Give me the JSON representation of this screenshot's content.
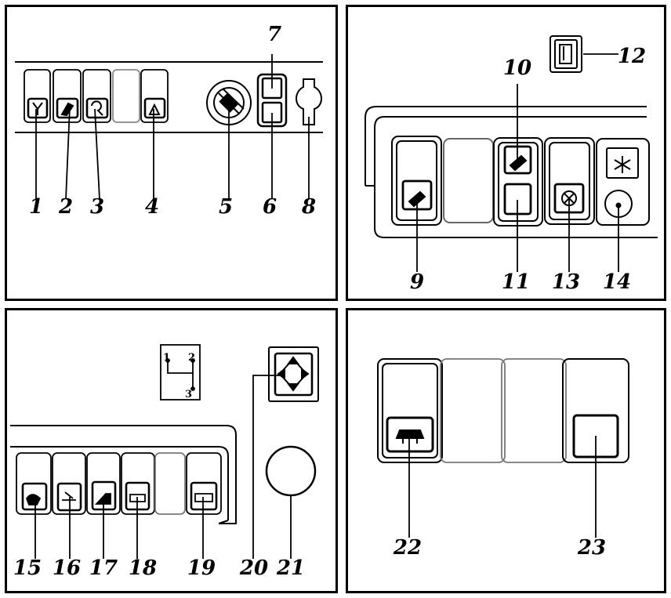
{
  "panel_top_left": {
    "callouts": {
      "c1": "1",
      "c2": "2",
      "c3": "3",
      "c4": "4",
      "c5": "5",
      "c6": "6",
      "c7": "7",
      "c8": "8"
    }
  },
  "panel_top_right": {
    "callouts": {
      "c9": "9",
      "c10": "10",
      "c11": "11",
      "c12": "12",
      "c13": "13",
      "c14": "14"
    }
  },
  "panel_bottom_left": {
    "callouts": {
      "c15": "15",
      "c16": "16",
      "c17": "17",
      "c18": "18",
      "c19": "19",
      "c20": "20",
      "c21": "21"
    },
    "gear_pattern": {
      "g1": "1",
      "g2": "2",
      "g3": "3"
    }
  },
  "panel_bottom_right": {
    "callouts": {
      "c22": "22",
      "c23": "23"
    }
  }
}
